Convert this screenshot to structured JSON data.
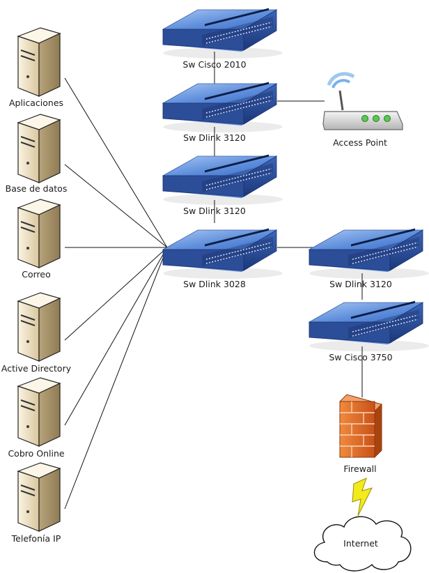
{
  "servers": [
    {
      "id": "srv-aplicaciones",
      "label": "Aplicaciones"
    },
    {
      "id": "srv-base-datos",
      "label": "Base de datos"
    },
    {
      "id": "srv-correo",
      "label": "Correo"
    },
    {
      "id": "srv-active-directory",
      "label": "Active Directory"
    },
    {
      "id": "srv-cobro-online",
      "label": "Cobro Online"
    },
    {
      "id": "srv-telefonia",
      "label": "Telefonía IP"
    }
  ],
  "switches": [
    {
      "id": "sw-cisco-2010",
      "label": "Sw Cisco 2010"
    },
    {
      "id": "sw-dlink-3120-a",
      "label": "Sw Dlink 3120"
    },
    {
      "id": "sw-dlink-3120-b",
      "label": "Sw Dlink 3120"
    },
    {
      "id": "sw-dlink-3028",
      "label": "Sw Dlink 3028"
    },
    {
      "id": "sw-dlink-3120-c",
      "label": "Sw Dlink 3120"
    },
    {
      "id": "sw-cisco-3750",
      "label": "Sw Cisco 3750"
    }
  ],
  "access_point": {
    "label": "Access Point"
  },
  "firewall": {
    "label": "Firewall"
  },
  "internet": {
    "label": "Internet"
  },
  "colors": {
    "switch_top": "#6f9be0",
    "switch_front": "#2a4f9e",
    "server_body": "#e9dcc0",
    "firewall": "#e06a28",
    "lightning": "#f2ea1a"
  }
}
